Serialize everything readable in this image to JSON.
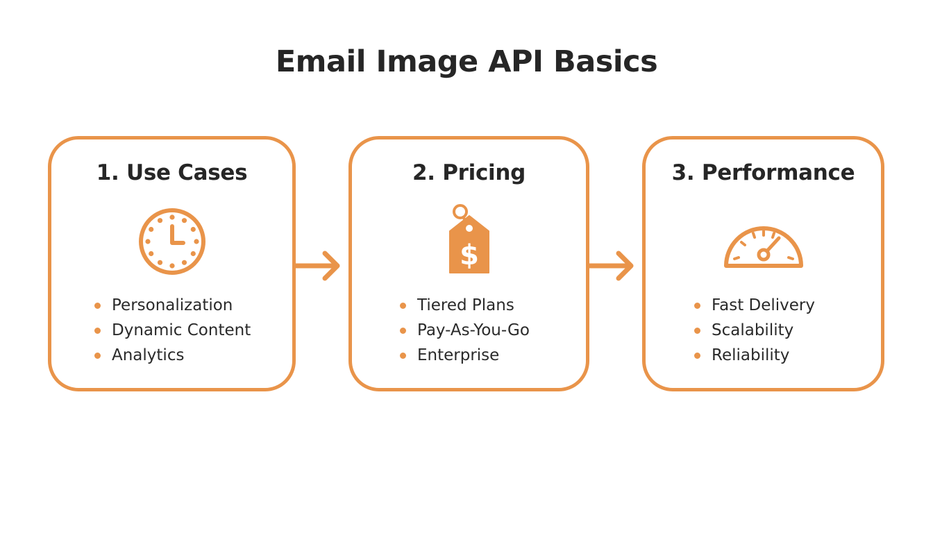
{
  "title": "Email Image API Basics",
  "colors": {
    "accent": "#e9944a",
    "text": "#262626",
    "background": "#ffffff"
  },
  "steps": [
    {
      "title": "1. Use Cases",
      "icon": "clock-icon",
      "items": [
        "Personalization",
        "Dynamic Content",
        "Analytics"
      ]
    },
    {
      "title": "2. Pricing",
      "icon": "price-tag-icon",
      "items": [
        "Tiered Plans",
        "Pay-As-You-Go",
        "Enterprise"
      ]
    },
    {
      "title": "3. Performance",
      "icon": "speedometer-icon",
      "items": [
        "Fast Delivery",
        "Scalability",
        "Reliability"
      ]
    }
  ]
}
